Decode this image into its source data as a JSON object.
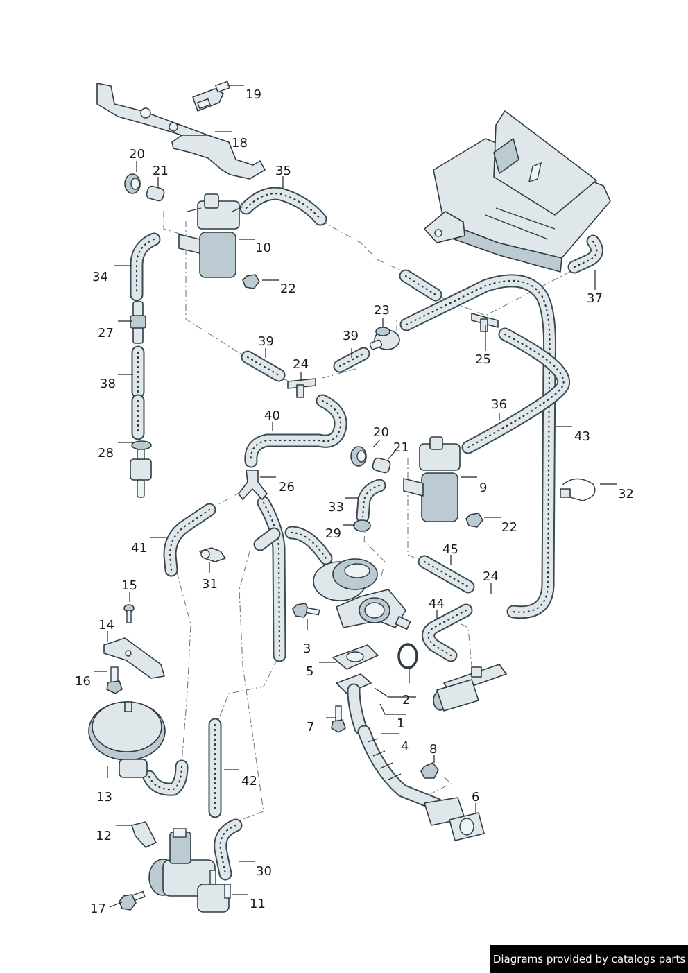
{
  "callouts": [
    {
      "id": "c19",
      "text": "19"
    },
    {
      "id": "c18",
      "text": "18"
    },
    {
      "id": "c20a",
      "text": "20"
    },
    {
      "id": "c21a",
      "text": "21"
    },
    {
      "id": "c35",
      "text": "35"
    },
    {
      "id": "c10",
      "text": "10"
    },
    {
      "id": "c34",
      "text": "34"
    },
    {
      "id": "c22a",
      "text": "22"
    },
    {
      "id": "c37",
      "text": "37"
    },
    {
      "id": "c23",
      "text": "23"
    },
    {
      "id": "c27",
      "text": "27"
    },
    {
      "id": "c39a",
      "text": "39"
    },
    {
      "id": "c39b",
      "text": "39"
    },
    {
      "id": "c25",
      "text": "25"
    },
    {
      "id": "c24a",
      "text": "24"
    },
    {
      "id": "c38",
      "text": "38"
    },
    {
      "id": "c36",
      "text": "36"
    },
    {
      "id": "c40",
      "text": "40"
    },
    {
      "id": "c43",
      "text": "43"
    },
    {
      "id": "c20b",
      "text": "20"
    },
    {
      "id": "c28",
      "text": "28"
    },
    {
      "id": "c21b",
      "text": "21"
    },
    {
      "id": "c26",
      "text": "26"
    },
    {
      "id": "c9",
      "text": "9"
    },
    {
      "id": "c32",
      "text": "32"
    },
    {
      "id": "c33",
      "text": "33"
    },
    {
      "id": "c22b",
      "text": "22"
    },
    {
      "id": "c29",
      "text": "29"
    },
    {
      "id": "c41",
      "text": "41"
    },
    {
      "id": "c45",
      "text": "45"
    },
    {
      "id": "c31",
      "text": "31"
    },
    {
      "id": "c24b",
      "text": "24"
    },
    {
      "id": "c15",
      "text": "15"
    },
    {
      "id": "c44",
      "text": "44"
    },
    {
      "id": "c14",
      "text": "14"
    },
    {
      "id": "c3",
      "text": "3"
    },
    {
      "id": "c16",
      "text": "16"
    },
    {
      "id": "c5",
      "text": "5"
    },
    {
      "id": "c2",
      "text": "2"
    },
    {
      "id": "c1",
      "text": "1"
    },
    {
      "id": "c7",
      "text": "7"
    },
    {
      "id": "c4",
      "text": "4"
    },
    {
      "id": "c8",
      "text": "8"
    },
    {
      "id": "c13",
      "text": "13"
    },
    {
      "id": "c42",
      "text": "42"
    },
    {
      "id": "c6",
      "text": "6"
    },
    {
      "id": "c12",
      "text": "12"
    },
    {
      "id": "c30",
      "text": "30"
    },
    {
      "id": "c17",
      "text": "17"
    },
    {
      "id": "c11",
      "text": "11"
    }
  ],
  "footer": {
    "credit": "Diagrams provided by catalogs parts"
  },
  "colors": {
    "part_fill": "#dfe7eb",
    "outline": "#2f3b42",
    "footer_bg": "#000000",
    "footer_text": "#ffffff"
  }
}
